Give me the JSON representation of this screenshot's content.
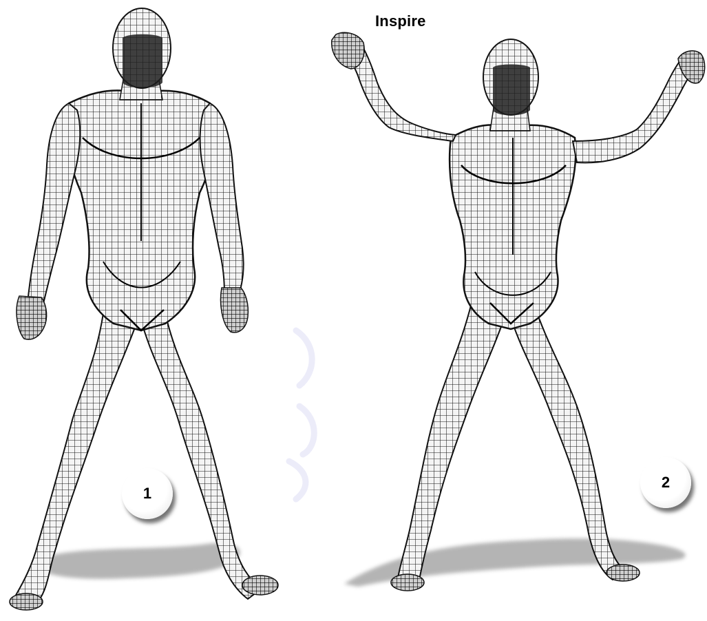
{
  "caption": "Inspire",
  "steps": [
    {
      "number": "1"
    },
    {
      "number": "2"
    }
  ],
  "colors": {
    "mesh_line": "#111111",
    "mesh_fill": "#f4f4f4",
    "shadow": "#9a9a9a",
    "watermark": "#c9c9f0"
  }
}
